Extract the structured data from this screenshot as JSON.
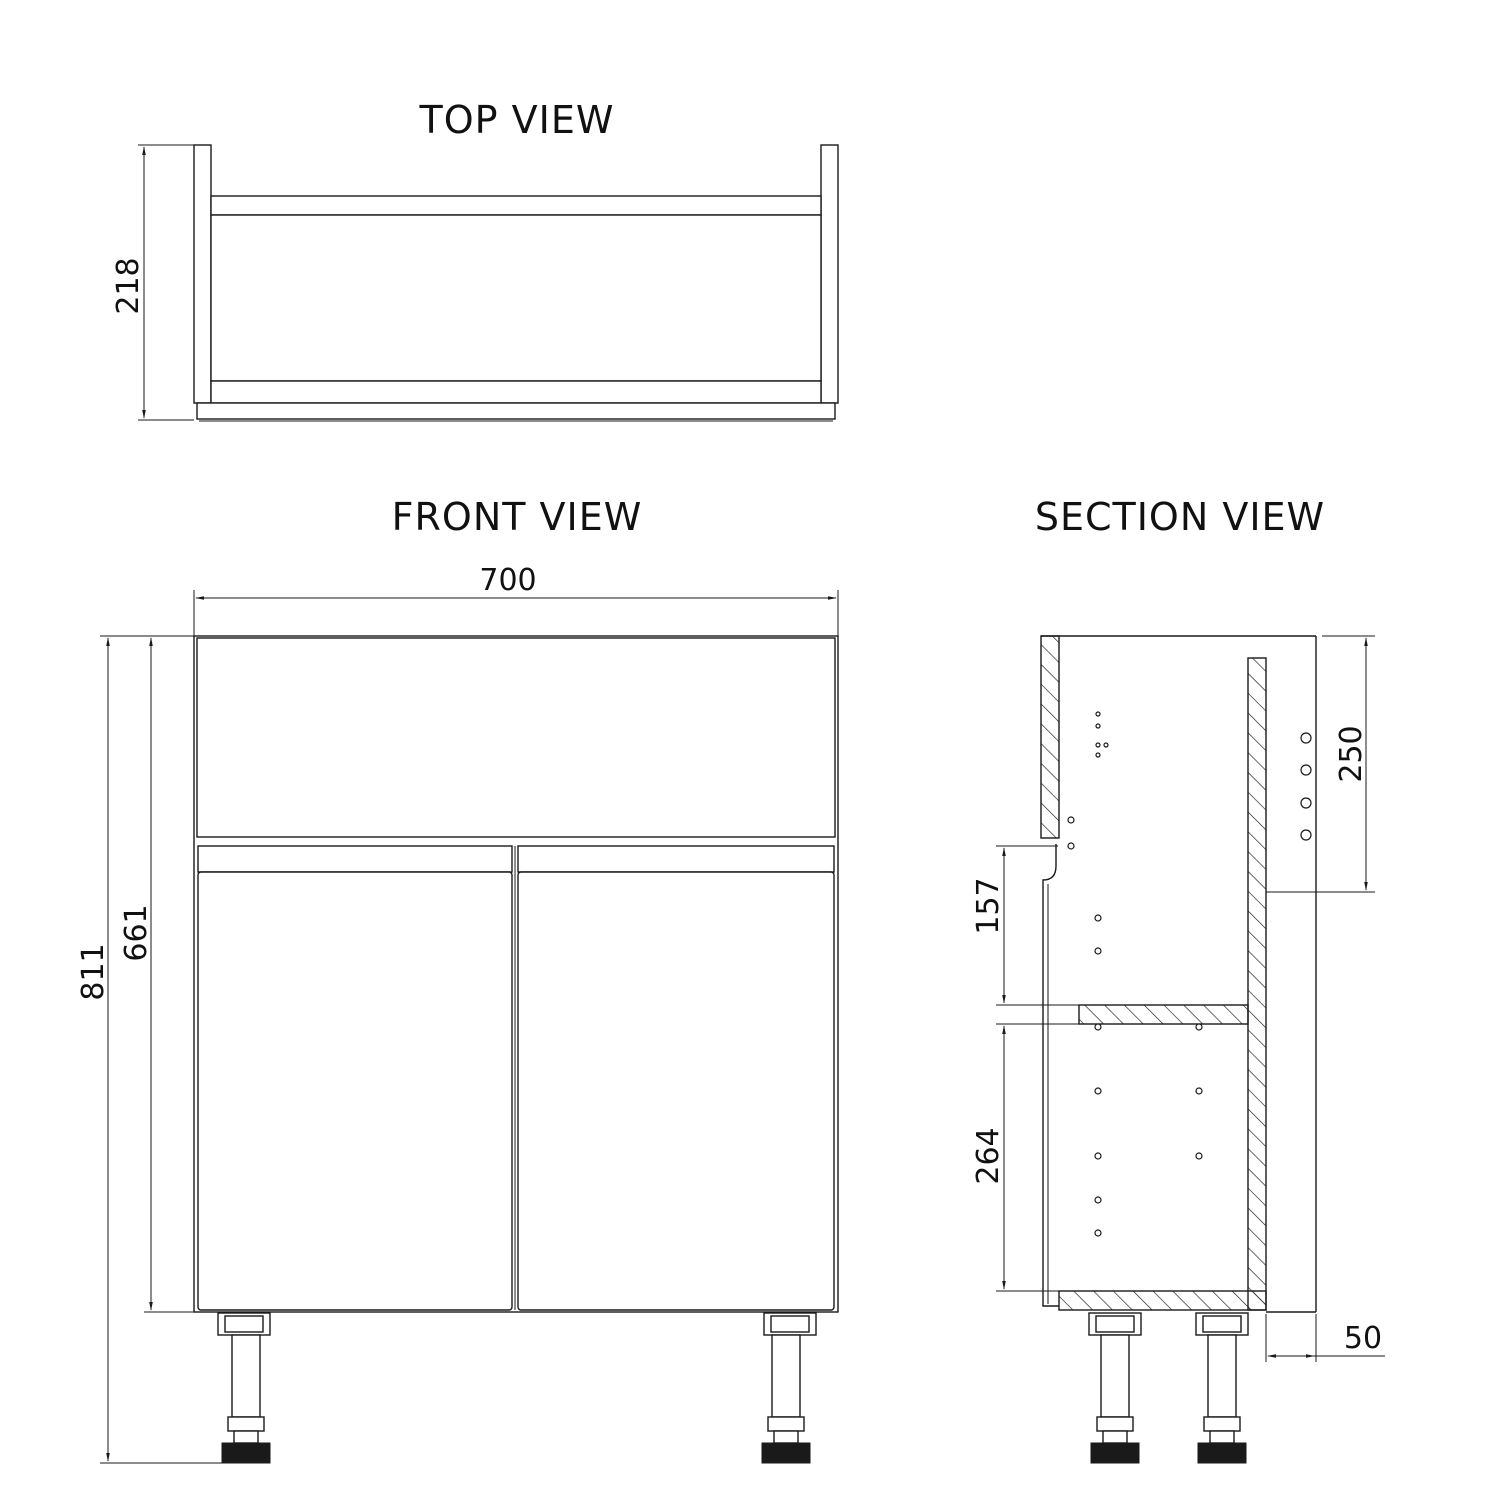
{
  "views": {
    "top": {
      "title": "TOP VIEW",
      "depth_label": "218"
    },
    "front": {
      "title": "FRONT VIEW",
      "width_label": "700",
      "total_height_label": "811",
      "body_height_label": "661"
    },
    "section": {
      "title": "SECTION VIEW",
      "top_gap_label": "250",
      "upper_space_label": "157",
      "lower_space_label": "264",
      "back_offset_label": "50"
    }
  }
}
